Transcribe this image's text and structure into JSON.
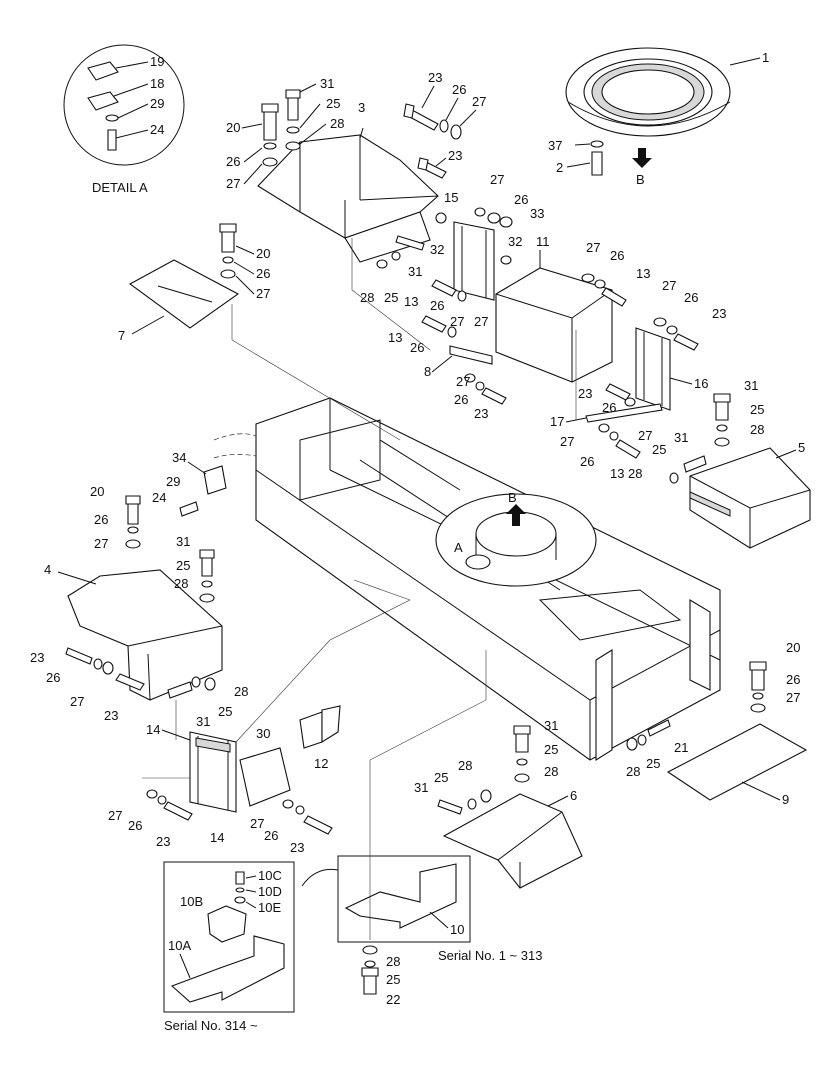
{
  "detail": {
    "title": "DETAIL  A",
    "callout": "A"
  },
  "view_arrow": "B",
  "serial": {
    "early": "Serial No. 1 ~ 313",
    "late": "Serial No. 314 ~"
  },
  "labels": {
    "l1": "1",
    "l2": "2",
    "l3": "3",
    "l4": "4",
    "l5": "5",
    "l6": "6",
    "l7": "7",
    "l8": "8",
    "l9": "9",
    "l10": "10",
    "l10A": "10A",
    "l10B": "10B",
    "l10C": "10C",
    "l10D": "10D",
    "l10E": "10E",
    "l11": "11",
    "l12": "12",
    "l13": "13",
    "l14": "14",
    "l15": "15",
    "l16": "16",
    "l17": "17",
    "l18": "18",
    "l19": "19",
    "l20": "20",
    "l21": "21",
    "l22": "22",
    "l23": "23",
    "l24": "24",
    "l25": "25",
    "l26": "26",
    "l27": "27",
    "l28": "28",
    "l29": "29",
    "l30": "30",
    "l31": "31",
    "l32": "32",
    "l33": "33",
    "l34": "34",
    "l37": "37"
  }
}
